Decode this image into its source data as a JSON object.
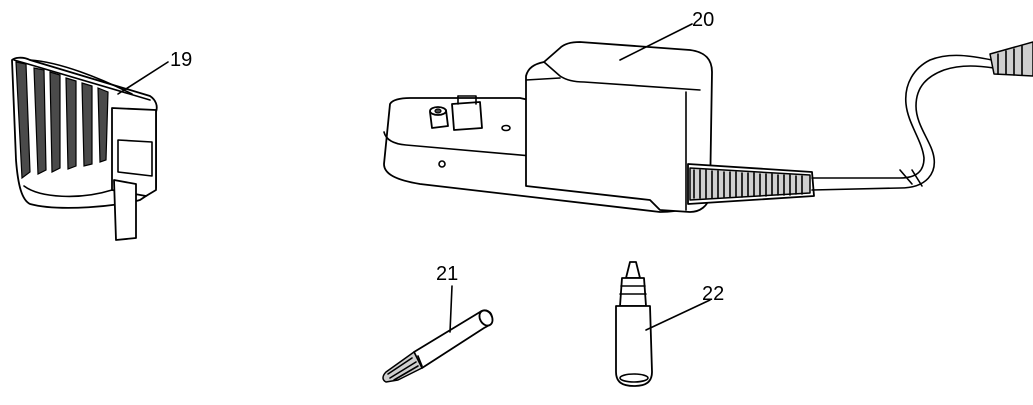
{
  "callouts": {
    "comb": "19",
    "charger": "20",
    "brush": "21",
    "oil": "22"
  },
  "colors": {
    "line": "#000000",
    "shade": "#cfcfcf",
    "dark": "#4a4a4a",
    "background": "#ffffff"
  }
}
